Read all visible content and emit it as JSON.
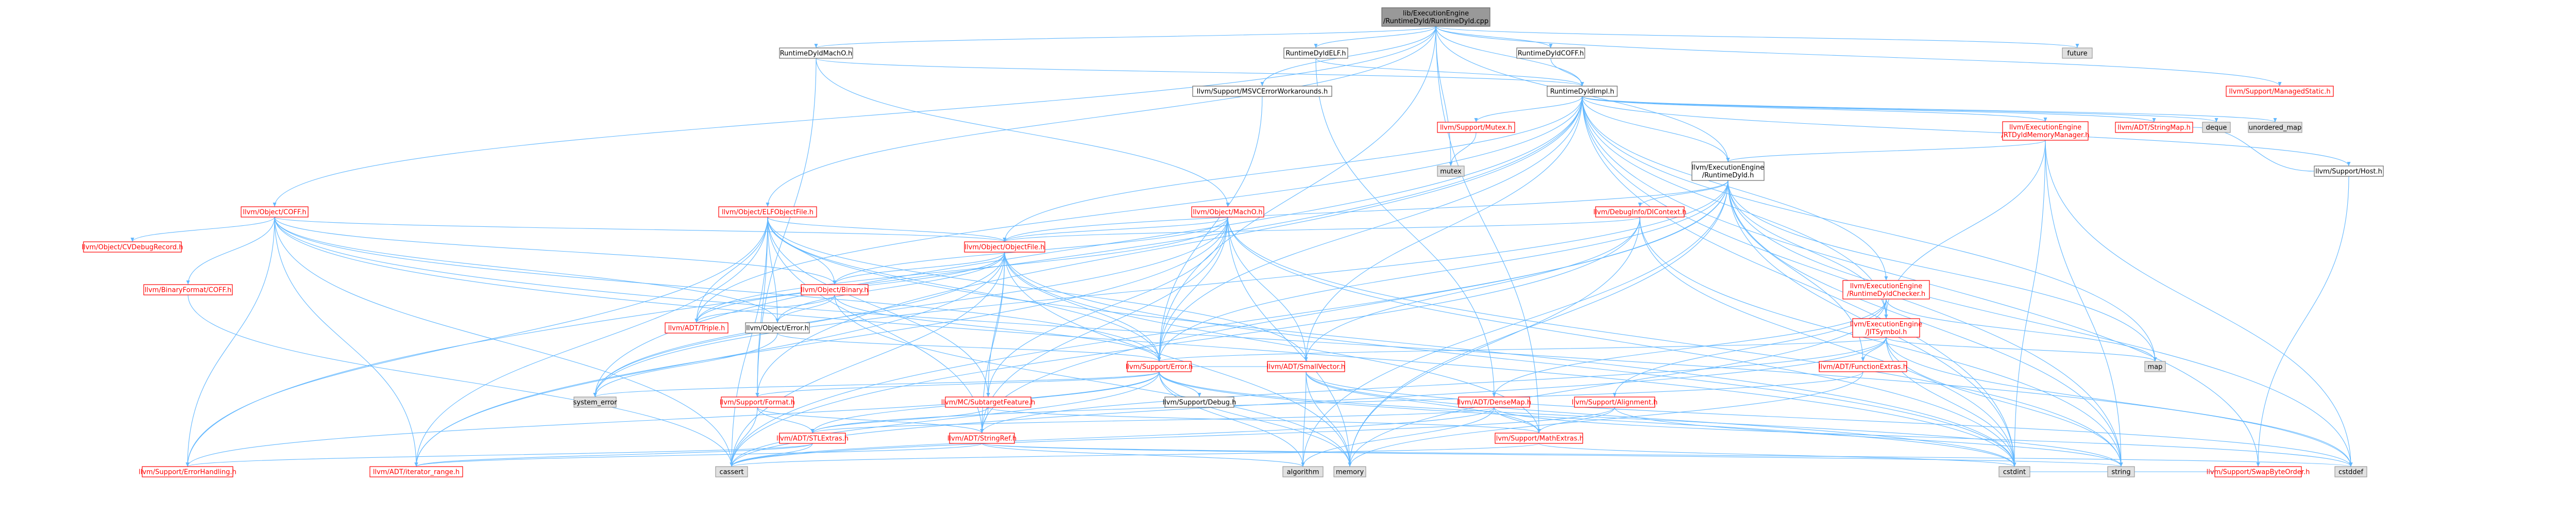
{
  "colors": {
    "edge": "#63b8ff",
    "root_fill": "#999999",
    "ext_fill": "#e0e0e0",
    "border": "#666666",
    "red": "#ff0000"
  },
  "nodes": [
    {
      "id": "root",
      "kind": "root",
      "lines": [
        "lib/ExecutionEngine",
        "/RuntimeDyld/RuntimeDyld.cpp"
      ]
    },
    {
      "id": "future",
      "kind": "ext",
      "lines": [
        "future"
      ]
    },
    {
      "id": "mstatic",
      "kind": "red",
      "lines": [
        "llvm/Support/ManagedStatic.h"
      ]
    },
    {
      "id": "macho",
      "kind": "local",
      "lines": [
        "RuntimeDyldMachO.h"
      ]
    },
    {
      "id": "elf",
      "kind": "local",
      "lines": [
        "RuntimeDyldELF.h"
      ]
    },
    {
      "id": "coff",
      "kind": "local",
      "lines": [
        "RuntimeDyldCOFF.h"
      ]
    },
    {
      "id": "msvc",
      "kind": "local",
      "lines": [
        "llvm/Support/MSVCErrorWorkarounds.h"
      ]
    },
    {
      "id": "impl",
      "kind": "local",
      "lines": [
        "RuntimeDyldImpl.h"
      ]
    },
    {
      "id": "mutexh",
      "kind": "red",
      "lines": [
        "llvm/Support/Mutex.h"
      ]
    },
    {
      "id": "mutex",
      "kind": "ext",
      "lines": [
        "mutex"
      ]
    },
    {
      "id": "rtdyld",
      "kind": "red",
      "lines": [
        "llvm/ExecutionEngine",
        "/RTDyldMemoryManager.h"
      ]
    },
    {
      "id": "strmap",
      "kind": "red",
      "lines": [
        "llvm/ADT/StringMap.h"
      ]
    },
    {
      "id": "deque",
      "kind": "ext",
      "lines": [
        "deque"
      ]
    },
    {
      "id": "umap",
      "kind": "ext",
      "lines": [
        "unordered_map"
      ]
    },
    {
      "id": "host",
      "kind": "local",
      "lines": [
        "llvm/Support/Host.h"
      ]
    },
    {
      "id": "dyld",
      "kind": "local",
      "lines": [
        "llvm/ExecutionEngine",
        "/RuntimeDyld.h"
      ]
    },
    {
      "id": "objcoff",
      "kind": "red",
      "lines": [
        "llvm/Object/COFF.h"
      ]
    },
    {
      "id": "elfobj",
      "kind": "red",
      "lines": [
        "llvm/Object/ELFObjectFile.h"
      ]
    },
    {
      "id": "machoobj",
      "kind": "red",
      "lines": [
        "llvm/Object/MachO.h"
      ]
    },
    {
      "id": "dictx",
      "kind": "red",
      "lines": [
        "llvm/DebugInfo/DIContext.h"
      ]
    },
    {
      "id": "cvdbg",
      "kind": "red",
      "lines": [
        "llvm/Object/CVDebugRecord.h"
      ]
    },
    {
      "id": "bincoff",
      "kind": "red",
      "lines": [
        "llvm/BinaryFormat/COFF.h"
      ]
    },
    {
      "id": "objfile",
      "kind": "red",
      "lines": [
        "llvm/Object/ObjectFile.h"
      ]
    },
    {
      "id": "checker",
      "kind": "red",
      "lines": [
        "llvm/ExecutionEngine",
        "/RuntimeDyldChecker.h"
      ]
    },
    {
      "id": "binary",
      "kind": "red",
      "lines": [
        "llvm/Object/Binary.h"
      ]
    },
    {
      "id": "jitsym",
      "kind": "red",
      "lines": [
        "llvm/ExecutionEngine",
        "/JITSymbol.h"
      ]
    },
    {
      "id": "triple",
      "kind": "red",
      "lines": [
        "llvm/ADT/Triple.h"
      ]
    },
    {
      "id": "objerr",
      "kind": "local",
      "lines": [
        "llvm/Object/Error.h"
      ]
    },
    {
      "id": "map",
      "kind": "ext",
      "lines": [
        "map"
      ]
    },
    {
      "id": "funcx",
      "kind": "red",
      "lines": [
        "llvm/ADT/FunctionExtras.h"
      ]
    },
    {
      "id": "serr",
      "kind": "red",
      "lines": [
        "llvm/Support/Error.h"
      ]
    },
    {
      "id": "syserr",
      "kind": "ext",
      "lines": [
        "system_error"
      ]
    },
    {
      "id": "fmt",
      "kind": "red",
      "lines": [
        "llvm/Support/Format.h"
      ]
    },
    {
      "id": "sdebug",
      "kind": "local",
      "lines": [
        "llvm/Support/Debug.h"
      ]
    },
    {
      "id": "smallvec",
      "kind": "red",
      "lines": [
        "llvm/ADT/SmallVector.h"
      ]
    },
    {
      "id": "densemap",
      "kind": "red",
      "lines": [
        "llvm/ADT/DenseMap.h"
      ]
    },
    {
      "id": "align",
      "kind": "red",
      "lines": [
        "llvm/Support/Alignment.h"
      ]
    },
    {
      "id": "swap",
      "kind": "red",
      "lines": [
        "llvm/Support/SwapByteOrder.h"
      ]
    },
    {
      "id": "subtgt",
      "kind": "red",
      "lines": [
        "llvm/MC/SubtargetFeature.h"
      ]
    },
    {
      "id": "stlx",
      "kind": "red",
      "lines": [
        "llvm/ADT/STLExtras.h"
      ]
    },
    {
      "id": "strref",
      "kind": "red",
      "lines": [
        "llvm/ADT/StringRef.h"
      ]
    },
    {
      "id": "mathx",
      "kind": "red",
      "lines": [
        "llvm/Support/MathExtras.h"
      ]
    },
    {
      "id": "errh",
      "kind": "red",
      "lines": [
        "llvm/Support/ErrorHandling.h"
      ]
    },
    {
      "id": "iterrange",
      "kind": "red",
      "lines": [
        "llvm/ADT/iterator_range.h"
      ]
    },
    {
      "id": "cassert",
      "kind": "ext",
      "lines": [
        "cassert"
      ]
    },
    {
      "id": "algorithm",
      "kind": "ext",
      "lines": [
        "algorithm"
      ]
    },
    {
      "id": "memory",
      "kind": "ext",
      "lines": [
        "memory"
      ]
    },
    {
      "id": "cstdint",
      "kind": "ext",
      "lines": [
        "cstdint"
      ]
    },
    {
      "id": "string",
      "kind": "ext",
      "lines": [
        "string"
      ]
    },
    {
      "id": "cstddef",
      "kind": "ext",
      "lines": [
        "cstddef"
      ]
    }
  ],
  "edges": [
    [
      "root",
      "future"
    ],
    [
      "root",
      "mstatic"
    ],
    [
      "root",
      "macho"
    ],
    [
      "root",
      "elf"
    ],
    [
      "root",
      "coff"
    ],
    [
      "root",
      "msvc"
    ],
    [
      "root",
      "impl"
    ],
    [
      "root",
      "mutex"
    ],
    [
      "root",
      "dyld"
    ],
    [
      "root",
      "objcoff"
    ],
    [
      "root",
      "elfobj"
    ],
    [
      "root",
      "serr"
    ],
    [
      "root",
      "mathx"
    ],
    [
      "macho",
      "impl"
    ],
    [
      "macho",
      "machoobj"
    ],
    [
      "macho",
      "fmt"
    ],
    [
      "elf",
      "impl"
    ],
    [
      "elf",
      "densemap"
    ],
    [
      "coff",
      "impl"
    ],
    [
      "msvc",
      "serr"
    ],
    [
      "impl",
      "mutexh"
    ],
    [
      "impl",
      "rtdyld"
    ],
    [
      "impl",
      "strmap"
    ],
    [
      "impl",
      "deque"
    ],
    [
      "impl",
      "umap"
    ],
    [
      "impl",
      "host"
    ],
    [
      "impl",
      "dyld"
    ],
    [
      "impl",
      "checker"
    ],
    [
      "impl",
      "jitsym"
    ],
    [
      "impl",
      "objfile"
    ],
    [
      "impl",
      "triple"
    ],
    [
      "impl",
      "smallvec"
    ],
    [
      "impl",
      "fmt"
    ],
    [
      "impl",
      "serr"
    ],
    [
      "impl",
      "errh"
    ],
    [
      "impl",
      "swap"
    ],
    [
      "impl",
      "map"
    ],
    [
      "impl",
      "syserr"
    ],
    [
      "impl",
      "string"
    ],
    [
      "impl",
      "cstdint"
    ],
    [
      "mutexh",
      "mutex"
    ],
    [
      "rtdyld",
      "dyld"
    ],
    [
      "rtdyld",
      "jitsym"
    ],
    [
      "rtdyld",
      "cstddef"
    ],
    [
      "rtdyld",
      "cstdint"
    ],
    [
      "rtdyld",
      "string"
    ],
    [
      "host",
      "strmap"
    ],
    [
      "host",
      "swap"
    ],
    [
      "dyld",
      "dictx"
    ],
    [
      "dyld",
      "jitsym"
    ],
    [
      "dyld",
      "objfile"
    ],
    [
      "dyld",
      "strref"
    ],
    [
      "dyld",
      "funcx"
    ],
    [
      "dyld",
      "serr"
    ],
    [
      "dyld",
      "map"
    ],
    [
      "dyld",
      "algorithm"
    ],
    [
      "dyld",
      "cassert"
    ],
    [
      "dyld",
      "cstddef"
    ],
    [
      "dyld",
      "cstdint"
    ],
    [
      "dyld",
      "memory"
    ],
    [
      "dyld",
      "string"
    ],
    [
      "dyld",
      "syserr"
    ],
    [
      "objcoff",
      "cvdbg"
    ],
    [
      "objcoff",
      "bincoff"
    ],
    [
      "objcoff",
      "objfile"
    ],
    [
      "objcoff",
      "binary"
    ],
    [
      "objcoff",
      "objerr"
    ],
    [
      "objcoff",
      "serr"
    ],
    [
      "objcoff",
      "errh"
    ],
    [
      "objcoff",
      "iterrange"
    ],
    [
      "objcoff",
      "cassert"
    ],
    [
      "objcoff",
      "system_error"
    ],
    [
      "objcoff",
      "cstddef"
    ],
    [
      "objcoff",
      "cstdint"
    ],
    [
      "elfobj",
      "objfile"
    ],
    [
      "elfobj",
      "binary"
    ],
    [
      "elfobj",
      "objerr"
    ],
    [
      "elfobj",
      "triple"
    ],
    [
      "elfobj",
      "serr"
    ],
    [
      "elfobj",
      "smallvec"
    ],
    [
      "elfobj",
      "subtgt"
    ],
    [
      "elfobj",
      "strref"
    ],
    [
      "elfobj",
      "errh"
    ],
    [
      "elfobj",
      "iterrange"
    ],
    [
      "elfobj",
      "cassert"
    ],
    [
      "elfobj",
      "fmt"
    ],
    [
      "elfobj",
      "cstdint"
    ],
    [
      "machoobj",
      "objfile"
    ],
    [
      "machoobj",
      "binary"
    ],
    [
      "machoobj",
      "triple"
    ],
    [
      "machoobj",
      "smallvec"
    ],
    [
      "machoobj",
      "strref"
    ],
    [
      "machoobj",
      "serr"
    ],
    [
      "machoobj",
      "subtgt"
    ],
    [
      "machoobj",
      "iterrange"
    ],
    [
      "machoobj",
      "memory"
    ],
    [
      "machoobj",
      "string"
    ],
    [
      "machoobj",
      "syserr"
    ],
    [
      "machoobj",
      "cstdint"
    ],
    [
      "dictx",
      "objfile"
    ],
    [
      "dictx",
      "smallvec"
    ],
    [
      "dictx",
      "cassert"
    ],
    [
      "dictx",
      "cstdint"
    ],
    [
      "dictx",
      "memory"
    ],
    [
      "dictx",
      "string"
    ],
    [
      "bincoff",
      "cassert"
    ],
    [
      "objfile",
      "binary"
    ],
    [
      "objfile",
      "objerr"
    ],
    [
      "objfile",
      "triple"
    ],
    [
      "objfile",
      "serr"
    ],
    [
      "objfile",
      "subtgt"
    ],
    [
      "objfile",
      "strref"
    ],
    [
      "objfile",
      "iterrange"
    ],
    [
      "objfile",
      "mathx"
    ],
    [
      "objfile",
      "cassert"
    ],
    [
      "objfile",
      "cstdint"
    ],
    [
      "objfile",
      "memory"
    ],
    [
      "objfile",
      "syserr"
    ],
    [
      "checker",
      "jitsym"
    ],
    [
      "checker",
      "densemap"
    ],
    [
      "checker",
      "align"
    ],
    [
      "checker",
      "map"
    ],
    [
      "checker",
      "memory"
    ],
    [
      "binary",
      "objerr"
    ],
    [
      "binary",
      "triple"
    ],
    [
      "binary",
      "serr"
    ],
    [
      "binary",
      "memory"
    ],
    [
      "binary",
      "utility"
    ],
    [
      "jitsym",
      "funcx"
    ],
    [
      "jitsym",
      "serr"
    ],
    [
      "jitsym",
      "strref"
    ],
    [
      "jitsym",
      "cassert"
    ],
    [
      "jitsym",
      "cstddef"
    ],
    [
      "jitsym",
      "cstdint"
    ],
    [
      "jitsym",
      "map"
    ],
    [
      "jitsym",
      "string"
    ],
    [
      "objerr",
      "serr"
    ],
    [
      "objerr",
      "syserr"
    ],
    [
      "serr",
      "fmt"
    ],
    [
      "serr",
      "sdebug"
    ],
    [
      "serr",
      "errh"
    ],
    [
      "serr",
      "syserr"
    ],
    [
      "serr",
      "cassert"
    ],
    [
      "serr",
      "cstdint"
    ],
    [
      "serr",
      "memory"
    ],
    [
      "serr",
      "string"
    ],
    [
      "serr",
      "algorithm"
    ],
    [
      "serr",
      "smallvec"
    ],
    [
      "serr",
      "stlx"
    ],
    [
      "fmt",
      "stlx"
    ],
    [
      "fmt",
      "strref"
    ],
    [
      "fmt",
      "cassert"
    ],
    [
      "smallvec",
      "mathx"
    ],
    [
      "smallvec",
      "cstddef"
    ],
    [
      "smallvec",
      "algorithm"
    ],
    [
      "smallvec",
      "memory"
    ],
    [
      "smallvec",
      "cstdint"
    ],
    [
      "densemap",
      "stlx"
    ],
    [
      "densemap",
      "mathx"
    ],
    [
      "densemap",
      "algorithm"
    ],
    [
      "densemap",
      "cassert"
    ],
    [
      "densemap",
      "cstddef"
    ],
    [
      "align",
      "mathx"
    ],
    [
      "align",
      "cassert"
    ],
    [
      "align",
      "string"
    ],
    [
      "subtgt",
      "stlx"
    ],
    [
      "subtgt",
      "strref"
    ],
    [
      "subtgt",
      "mathx"
    ],
    [
      "stlx",
      "iterrange"
    ],
    [
      "stlx",
      "errh"
    ],
    [
      "stlx",
      "cassert"
    ],
    [
      "strref",
      "iterrange"
    ],
    [
      "strref",
      "algorithm"
    ],
    [
      "strref",
      "cstddef"
    ],
    [
      "strref",
      "string"
    ],
    [
      "mathx",
      "cassert"
    ],
    [
      "mathx",
      "cstdint"
    ],
    [
      "funcx",
      "stlx"
    ],
    [
      "funcx",
      "memory"
    ],
    [
      "swap",
      "cstdint"
    ]
  ]
}
